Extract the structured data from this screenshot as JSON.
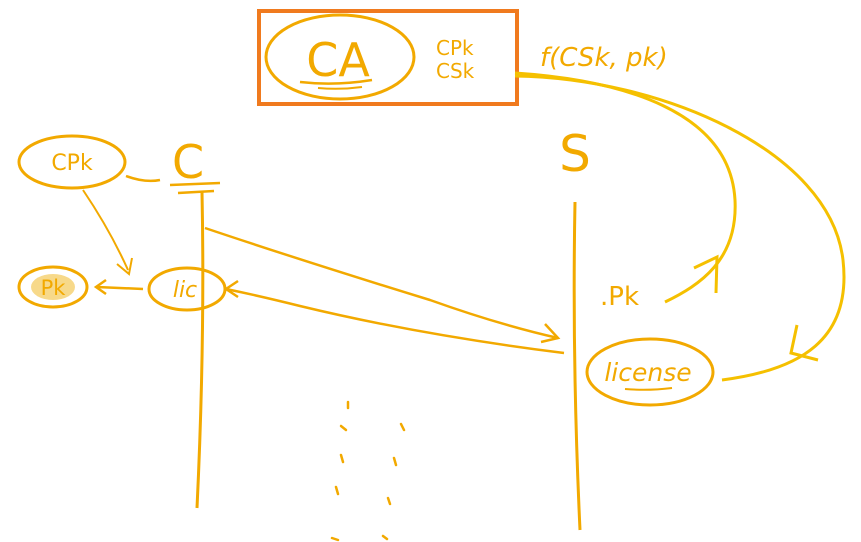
{
  "colors": {
    "ink": "#f2a900",
    "ink_bright": "#f5c000",
    "highlight": "#f7d98a",
    "frame": "#f07a1e",
    "background": "#ffffff"
  },
  "ca_box": {
    "label": "CA",
    "keys": [
      "CPk",
      "CSk"
    ],
    "formula": "f(CSk, pk)"
  },
  "client": {
    "label": "C",
    "key_bubble": "CPk",
    "lic_bubble": "lic",
    "pk_bubble": "Pk"
  },
  "server": {
    "label": "S",
    "pk_label": ".Pk",
    "license_bubble": "license"
  }
}
